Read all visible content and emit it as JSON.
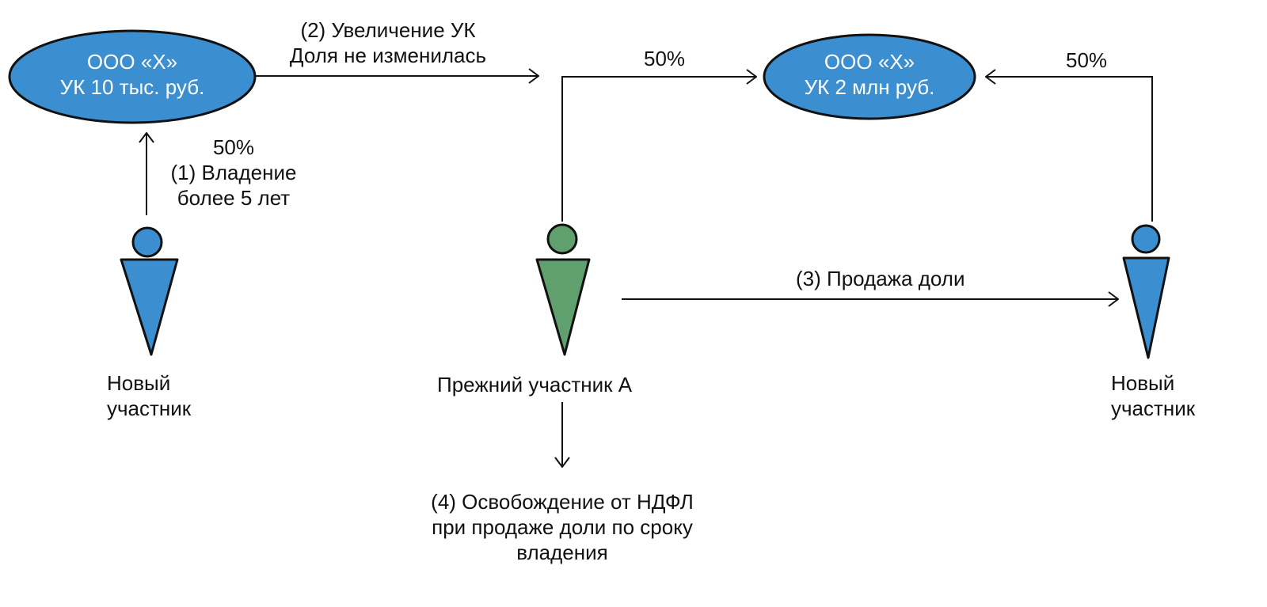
{
  "company_left": {
    "line1": "ООО «Х»",
    "line2": "УК 10 тыс. руб."
  },
  "company_right": {
    "line1": "ООО «Х»",
    "line2": "УК 2 млн руб."
  },
  "step2": {
    "line1": "(2) Увеличение УК",
    "line2": "Доля не изменилась"
  },
  "step1": {
    "share": "50%",
    "line1": "(1) Владение",
    "line2": "более 5 лет"
  },
  "share_middle": "50%",
  "share_right": "50%",
  "step3": "(3) Продажа доли",
  "step4": {
    "line1": "(4) Освобождение от НДФЛ",
    "line2": "при продаже доли по сроку",
    "line3": "владения"
  },
  "person_left": {
    "line1": "Новый",
    "line2": "участник"
  },
  "person_middle": "Прежний участник А",
  "person_right": {
    "line1": "Новый",
    "line2": "участник"
  },
  "colors": {
    "company": "#3b8fd0",
    "new_participant": "#3b8fd0",
    "former_participant": "#5fa06e"
  }
}
